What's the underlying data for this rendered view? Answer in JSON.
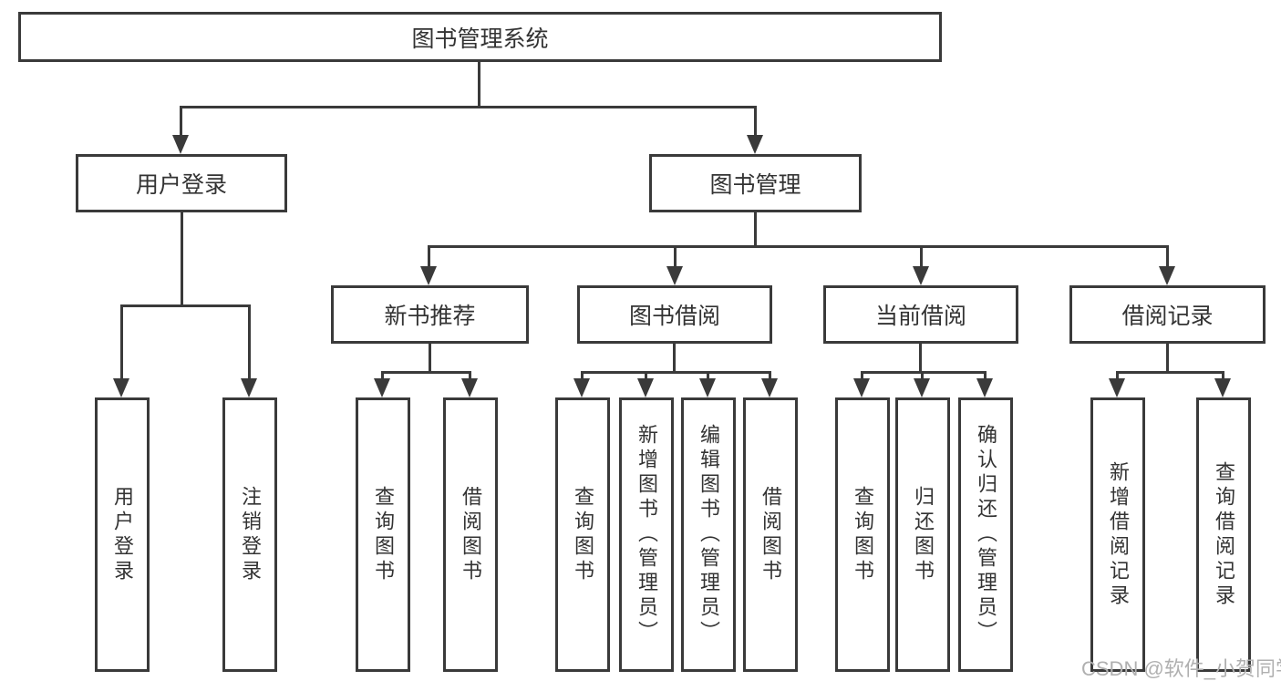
{
  "diagram": {
    "root": {
      "label": "图书管理系统"
    },
    "branches": [
      {
        "label": "用户登录",
        "children": [
          {
            "label": "用户登录"
          },
          {
            "label": "注销登录"
          }
        ]
      },
      {
        "label": "图书管理",
        "children": [
          {
            "label": "新书推荐",
            "children": [
              {
                "label": "查询图书"
              },
              {
                "label": "借阅图书"
              }
            ]
          },
          {
            "label": "图书借阅",
            "children": [
              {
                "label": "查询图书"
              },
              {
                "label": "新增图书（管理员）"
              },
              {
                "label": "编辑图书（管理员）"
              },
              {
                "label": "借阅图书"
              }
            ]
          },
          {
            "label": "当前借阅",
            "children": [
              {
                "label": "查询图书"
              },
              {
                "label": "归还图书"
              },
              {
                "label": "确认归还（管理员）"
              }
            ]
          },
          {
            "label": "借阅记录",
            "children": [
              {
                "label": "新增借阅记录"
              },
              {
                "label": "查询借阅记录"
              }
            ]
          }
        ]
      }
    ]
  },
  "watermark": {
    "text": "CSDN @软件_小贺同学"
  },
  "colors": {
    "line": "#3a3a3a",
    "text": "#333333",
    "watermark": "#b0b0b0",
    "background": "#ffffff"
  }
}
